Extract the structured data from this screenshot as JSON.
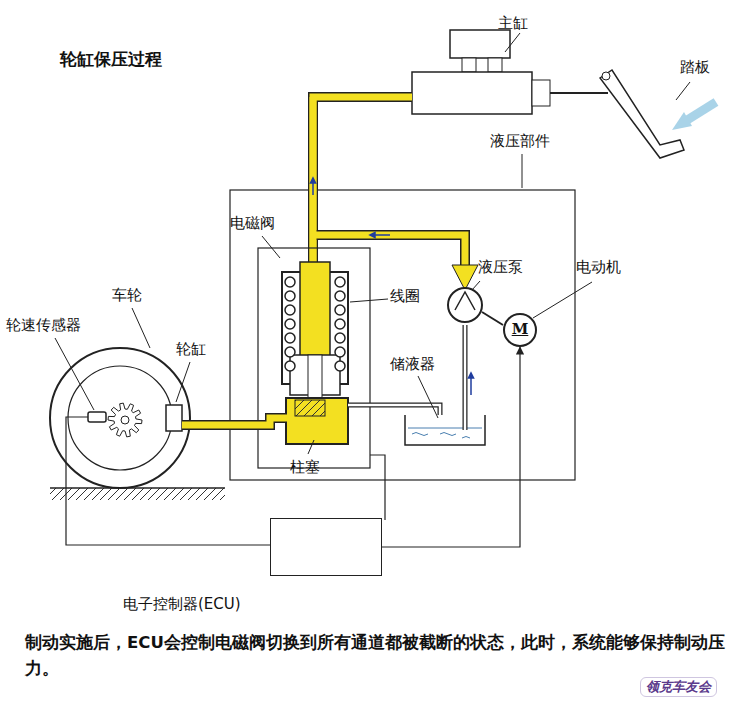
{
  "diagram": {
    "title": "轮缸保压过程",
    "caption": "制动实施后，ECU会控制电磁阀切换到所有通道都被截断的状态，此时，系统能够保持制动压力。",
    "nodes": [
      {
        "text": [
          "电子控制器(ECU)"
        ]
      },
      {
        "text": [
          "M"
        ]
      }
    ],
    "edges": [
      {
        "from": 0,
        "to": 1,
        "arrow": "to"
      }
    ],
    "labels": [
      "主缸",
      "踏板",
      "液压部件",
      "电磁阀",
      "线圈",
      "液压泵",
      "电动机",
      "储液器",
      "轮速传感器",
      "车轮",
      "轮缸",
      "柱塞",
      "领克车友会"
    ]
  }
}
